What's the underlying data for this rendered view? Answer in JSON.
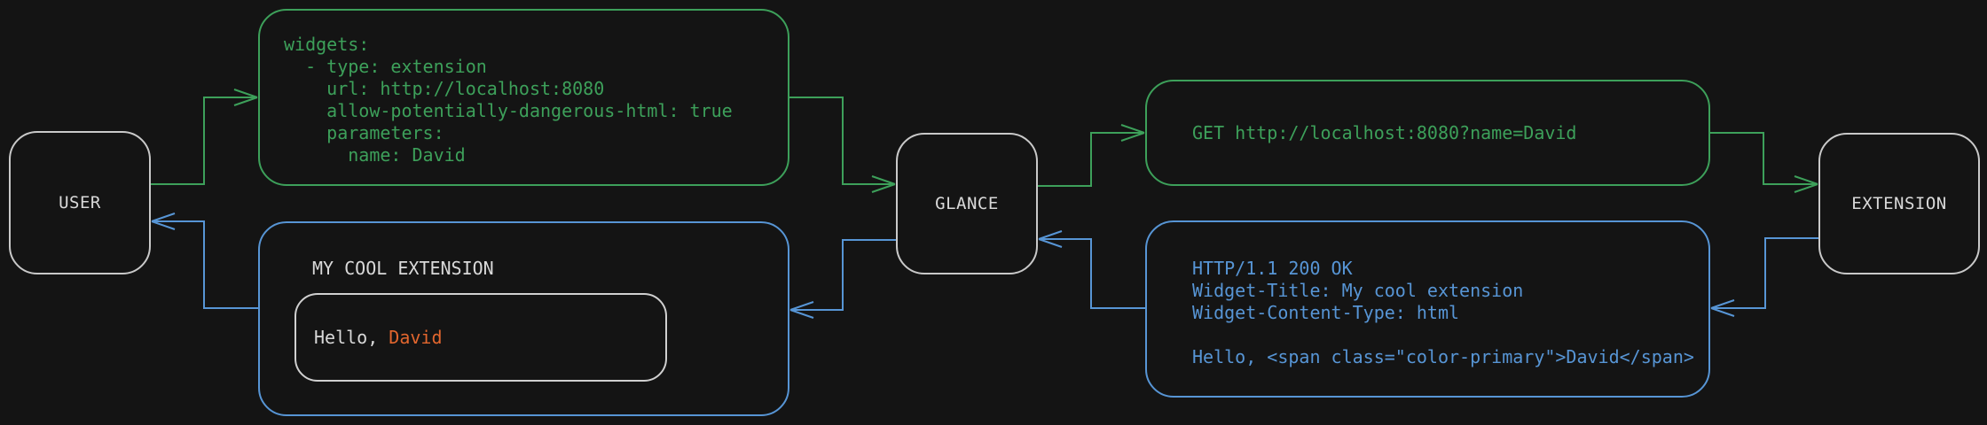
{
  "colors": {
    "background": "#141414",
    "green": "#3da05a",
    "blue": "#5795d5",
    "orange": "#e2662e",
    "node_border": "#c9c9c9",
    "text_gray": "#d9d9d9"
  },
  "nodes": {
    "user": "USER",
    "glance": "GLANCE",
    "extension": "EXTENSION"
  },
  "config_box": {
    "yaml": "widgets:\n  - type: extension\n    url: http://localhost:8080\n    allow-potentially-dangerous-html: true\n    parameters:\n      name: David"
  },
  "request_box": {
    "text": "GET http://localhost:8080?name=David"
  },
  "response_box": {
    "text": "HTTP/1.1 200 OK\nWidget-Title: My cool extension\nWidget-Content-Type: html\n\nHello, <span class=\"color-primary\">David</span>"
  },
  "widget_box": {
    "title": "MY COOL EXTENSION",
    "greeting_prefix": "Hello, ",
    "greeting_name": "David"
  }
}
